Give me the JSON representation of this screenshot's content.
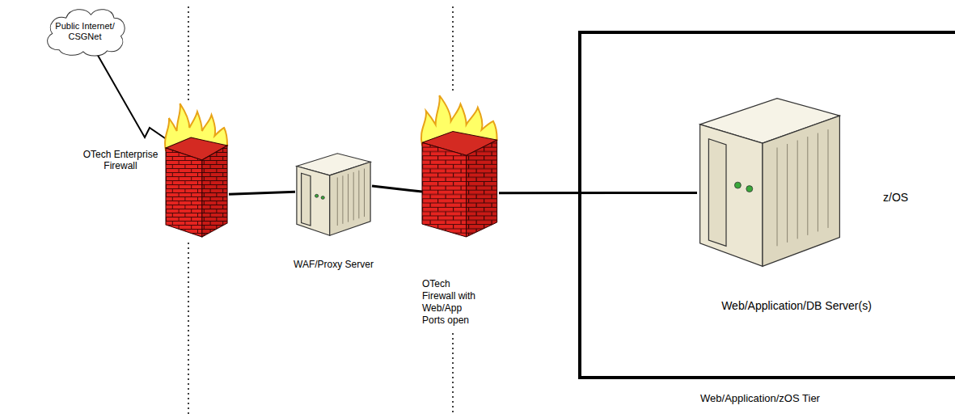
{
  "diagram": {
    "nodes": [
      {
        "text": [
          "Public Internet/ CSGNet"
        ]
      },
      {
        "text": [
          "OTech Enterprise Firewall"
        ]
      },
      {
        "text": [
          "WAF/Proxy Server"
        ]
      },
      {
        "text": [
          "OTech Firewall with Web/App Ports open"
        ]
      },
      {
        "text": [
          "Web/Application/zOS Tier"
        ]
      },
      {
        "text": [
          "z/OS",
          "Web/Application/DB Server(s)"
        ],
        "in": 4
      }
    ],
    "edges": [
      {
        "from": 0,
        "to": 1,
        "arrow": "none"
      },
      {
        "from": 1,
        "to": 2,
        "arrow": "none"
      },
      {
        "from": 2,
        "to": 3,
        "arrow": "none"
      },
      {
        "from": 3,
        "to": 5,
        "arrow": "none"
      }
    ]
  }
}
